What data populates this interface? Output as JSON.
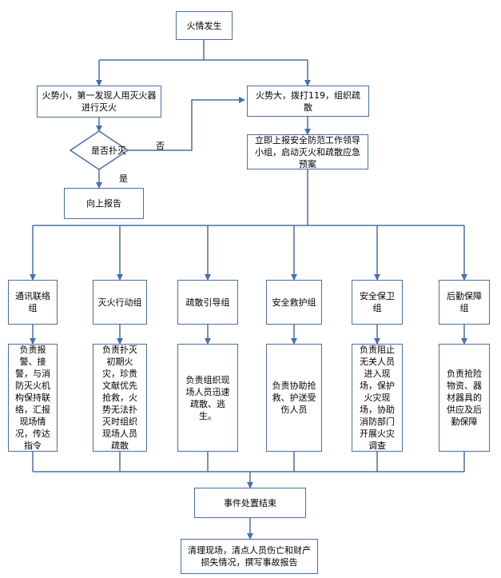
{
  "nodes": {
    "fire_start": "火情发生",
    "small_fire": "火势小，第一发现人用灭火器进行灭火",
    "big_fire": "火势大，拨打119，组织疏散",
    "decision": "是否扑灭",
    "report_up": "向上报告",
    "notify_leader": "立即上报安全防范工作领导小组，启动灭火和疏散应急预案",
    "end_handle": "事件处置结束",
    "cleanup": "清理现场，清点人员伤亡和财产损失情况，撰写事故报告"
  },
  "edge_labels": {
    "no": "否",
    "yes": "是"
  },
  "groups": [
    {
      "name": "通讯联络组",
      "duty": "负责报警、接警，与消防灭火机构保持联络，汇报现场情况，传达指令"
    },
    {
      "name": "灭火行动组",
      "duty": "负责扑灭初期火灾，珍贵文献优先抢救，火势无法扑灭时组织现场人员疏散"
    },
    {
      "name": "疏散引导组",
      "duty": "负责组织现场人员迅速疏散、逃生。"
    },
    {
      "name": "安全救护组",
      "duty": "负责协助抢救、护送受伤人员"
    },
    {
      "name": "安全保卫组",
      "duty": "负责阻止无关人员进入现场，保护火灾现场，协助消防部门开展火灾调查"
    },
    {
      "name": "后勤保障组",
      "duty": "负责抢险物资、器材器具的供应及后勤保障"
    }
  ],
  "colors": {
    "line": "#4a6fa5",
    "border": "#4a6fa5"
  }
}
